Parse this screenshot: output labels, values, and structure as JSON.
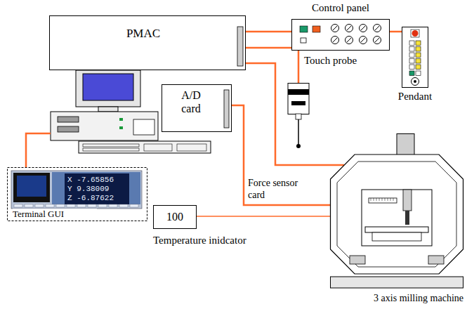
{
  "diagram": {
    "nodes": [
      {
        "text": [
          "PMAC"
        ]
      },
      {
        "text": [
          "Control panel"
        ]
      },
      {
        "text": [
          "Pendant"
        ]
      },
      {
        "text": [
          "Touch probe"
        ]
      },
      {
        "text": [
          "A/D card"
        ]
      },
      {
        "text": [
          "Terminal GUI"
        ]
      },
      {
        "text": [
          "100",
          "Temperature inidcator"
        ]
      },
      {
        "text": [
          "3 axis milling machine"
        ]
      }
    ],
    "edges": [
      {
        "from": 0,
        "to": 1,
        "arrow": "none"
      },
      {
        "from": 1,
        "to": 2,
        "arrow": "none"
      },
      {
        "from": 0,
        "to": 3,
        "arrow": "none"
      },
      {
        "from": 0,
        "to": 7,
        "arrow": "none"
      },
      {
        "from": 4,
        "to": 7,
        "label": "Force sensor card",
        "arrow": "none"
      },
      {
        "from": 6,
        "to": 7,
        "arrow": "none"
      }
    ],
    "labels": [
      "X -7.65856",
      "Y 9.38009",
      "Z -6.87622"
    ]
  }
}
